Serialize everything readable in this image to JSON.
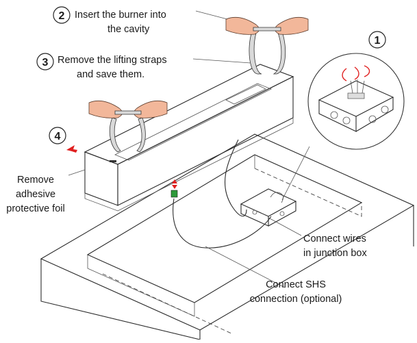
{
  "steps": [
    {
      "number": "1"
    },
    {
      "number": "2",
      "lines": [
        "Insert the burner into",
        "the cavity"
      ]
    },
    {
      "number": "3",
      "lines": [
        "Remove the lifting straps",
        "and save them."
      ]
    },
    {
      "number": "4"
    }
  ],
  "callouts": {
    "foil": [
      "Remove",
      "adhesive",
      "protective foil"
    ],
    "junction": [
      "Connect wires",
      "in junction box"
    ],
    "shs": [
      "Connect SHS",
      "connection (optional)"
    ]
  },
  "colors": {
    "hand": "#f2b79a",
    "arrow_red": "#e02020",
    "connector_green": "#2e9a3a"
  }
}
